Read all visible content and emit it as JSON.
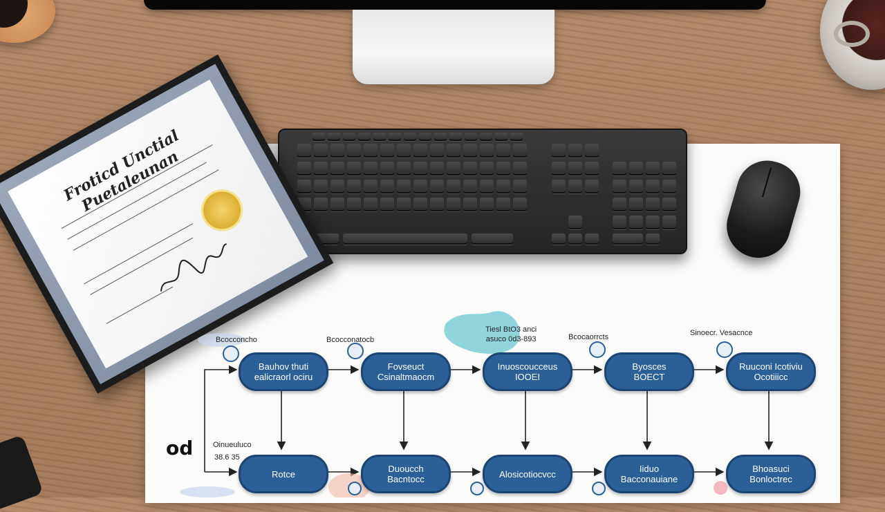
{
  "scene": {
    "monitor": "monitor-stand",
    "keyboard": "keyboard",
    "mouse": "mouse",
    "coffee_cup": "coffee-mug"
  },
  "certificate": {
    "title": "Froticd Unctial Puetaleunan"
  },
  "flowchart": {
    "top_row": [
      {
        "lines": [
          "Bauhov thuti",
          "ealicraorl ociru"
        ],
        "label": "Bcocconcho"
      },
      {
        "lines": [
          "Fovseuct",
          "Csinaltmaocm"
        ],
        "label": "Bcocconatocb"
      },
      {
        "lines": [
          "Inuoscoucceus",
          "IOOEI"
        ],
        "label": "Tiesl BtO3 anci\nasuco 0d3-893"
      },
      {
        "lines": [
          "Byosces",
          "BOECT"
        ],
        "label": "Bcocaorrcts"
      },
      {
        "lines": [
          "Ruuconi Icotiviu",
          "Ocotiiicc"
        ],
        "label": "Sinoecr. Vesacnce"
      }
    ],
    "bottom_row": [
      {
        "lines": [
          "Rotce"
        ]
      },
      {
        "lines": [
          "Duoucch",
          "Bacntocc"
        ]
      },
      {
        "lines": [
          "Alosicotiocvcc"
        ]
      },
      {
        "lines": [
          "Iiduo",
          "Bacconauiane"
        ]
      },
      {
        "lines": [
          "Bhoasuci",
          "Bonloctrec"
        ]
      }
    ],
    "side_label": {
      "line1": "Oinueuluco",
      "line2": "38.6 35"
    },
    "left_glyph": "od"
  },
  "colors": {
    "node_fill": "#2c5f97",
    "node_border": "#1d4470",
    "wood": "#a97f5f",
    "paper": "#fbfbfa"
  }
}
